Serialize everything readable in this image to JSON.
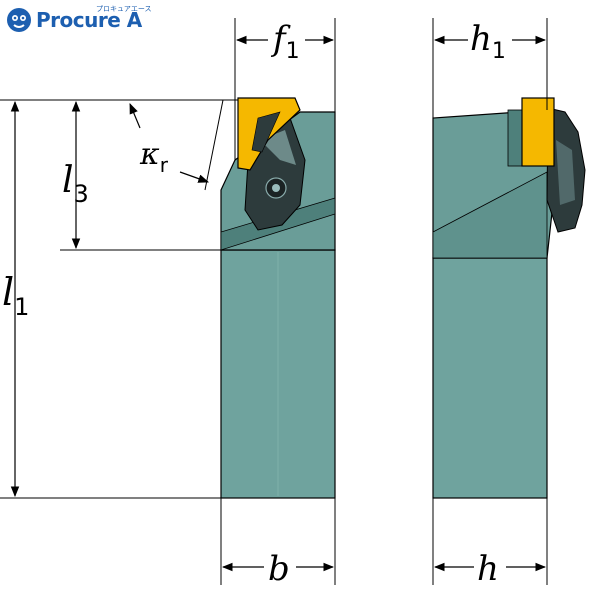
{
  "logo": {
    "brand_text": "Procure A",
    "tagline": "プロキュアエース",
    "brand_color": "#1d5fb0"
  },
  "colors": {
    "body": "#6fa39e",
    "body_dark": "#4e807b",
    "head": "#6a9d98",
    "insert": "#f5b800",
    "clamp": "#2d3b3c",
    "line": "#000000"
  },
  "labels": {
    "f1_main": "f",
    "f1_sub": "1",
    "h1_main": "h",
    "h1_sub": "1",
    "l3_main": "l",
    "l3_sub": "3",
    "l1_main": "l",
    "l1_sub": "1",
    "kr_main": "κ",
    "kr_sub": "r",
    "b": "b",
    "h": "h"
  }
}
